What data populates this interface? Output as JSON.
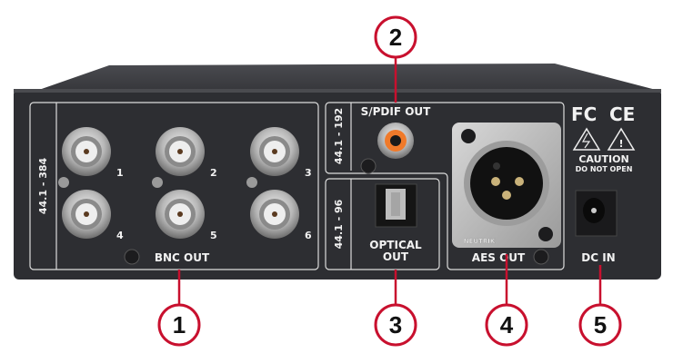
{
  "colors": {
    "accent": "#c8102e",
    "panel": "#2d2e32",
    "panel_top": "#3a3b40",
    "silk": "#e8e8e8"
  },
  "callouts": [
    "1",
    "2",
    "3",
    "4",
    "5"
  ],
  "panel": {
    "bnc_range": "44.1 - 384",
    "bnc_ports": [
      "1",
      "2",
      "3",
      "4",
      "5",
      "6"
    ],
    "bnc_label": "BNC OUT",
    "spdif_range": "44.1 - 192",
    "spdif_label": "S/PDIF OUT",
    "optical_range": "44.1 - 96",
    "optical_label_line1": "OPTICAL",
    "optical_label_line2": "OUT",
    "aes_label": "AES OUT",
    "fcc_mark": "FC",
    "ce_mark": "CE",
    "caution": "CAUTION",
    "do_not_open": "DO NOT OPEN",
    "dc_label": "DC IN",
    "xlr_brand": "NEUTRIK"
  }
}
